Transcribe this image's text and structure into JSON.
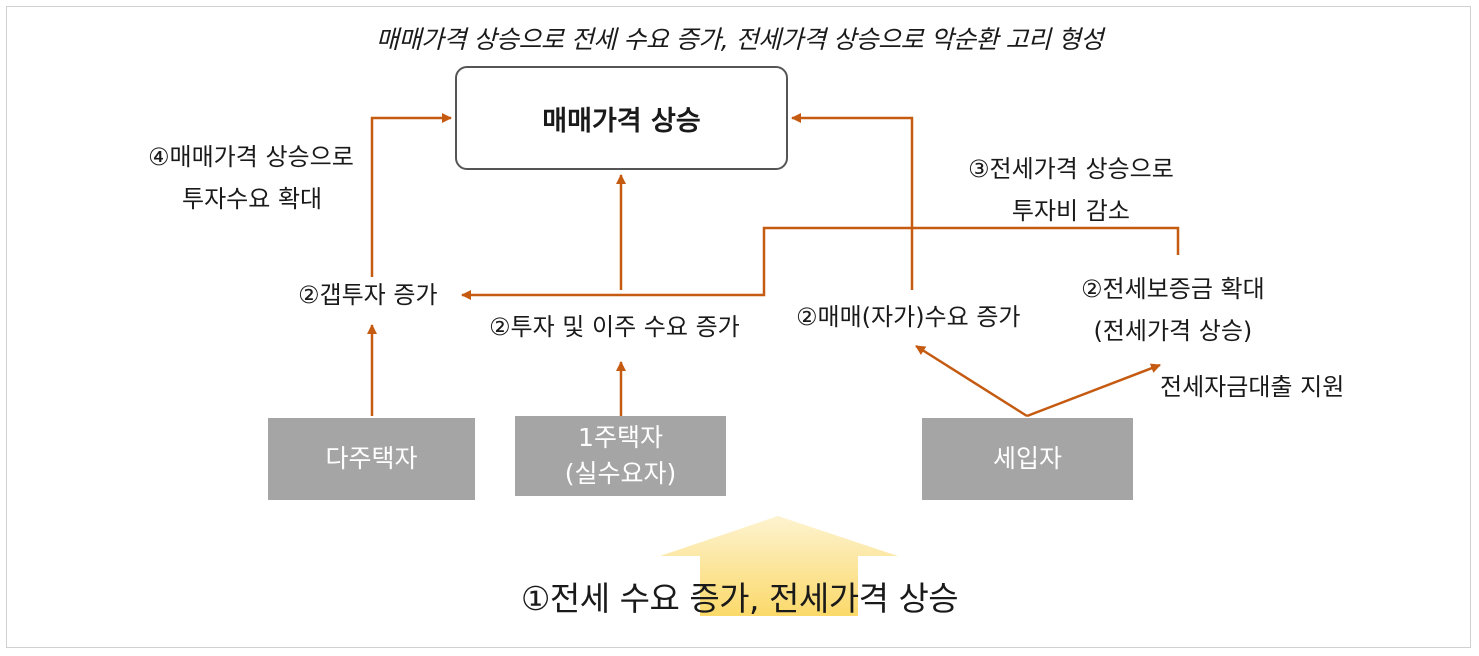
{
  "caption": "매매가격 상승으로 전세 수요 증가, 전세가격 상승으로 악순환 고리 형성",
  "main_box": "매매가격 상승",
  "labels": {
    "investment_expand": [
      "④매매가격 상승으로",
      "투자수요 확대"
    ],
    "investment_cost": [
      "③전세가격 상승으로",
      "투자비 감소"
    ],
    "gap_investment": "②갭투자 증가",
    "investment_migration": "②투자 및 이주 수요 증가",
    "purchase_demand": "②매매(자가)수요 증가",
    "deposit_expand": [
      "②전세보증금 확대",
      "(전세가격 상승)"
    ],
    "loan_support": "전세자금대출 지원"
  },
  "boxes": {
    "multi_owner": "다주택자",
    "single_owner": [
      "1주택자",
      "(실수요자)"
    ],
    "tenant": "세입자"
  },
  "bottom": "①전세 수요 증가, 전세가격 상승",
  "colors": {
    "arrow": "#c55a11",
    "gray_box": "#a5a5a5",
    "big_arrow_top": "#fdf3d0",
    "big_arrow_bottom": "#fbd96a"
  }
}
